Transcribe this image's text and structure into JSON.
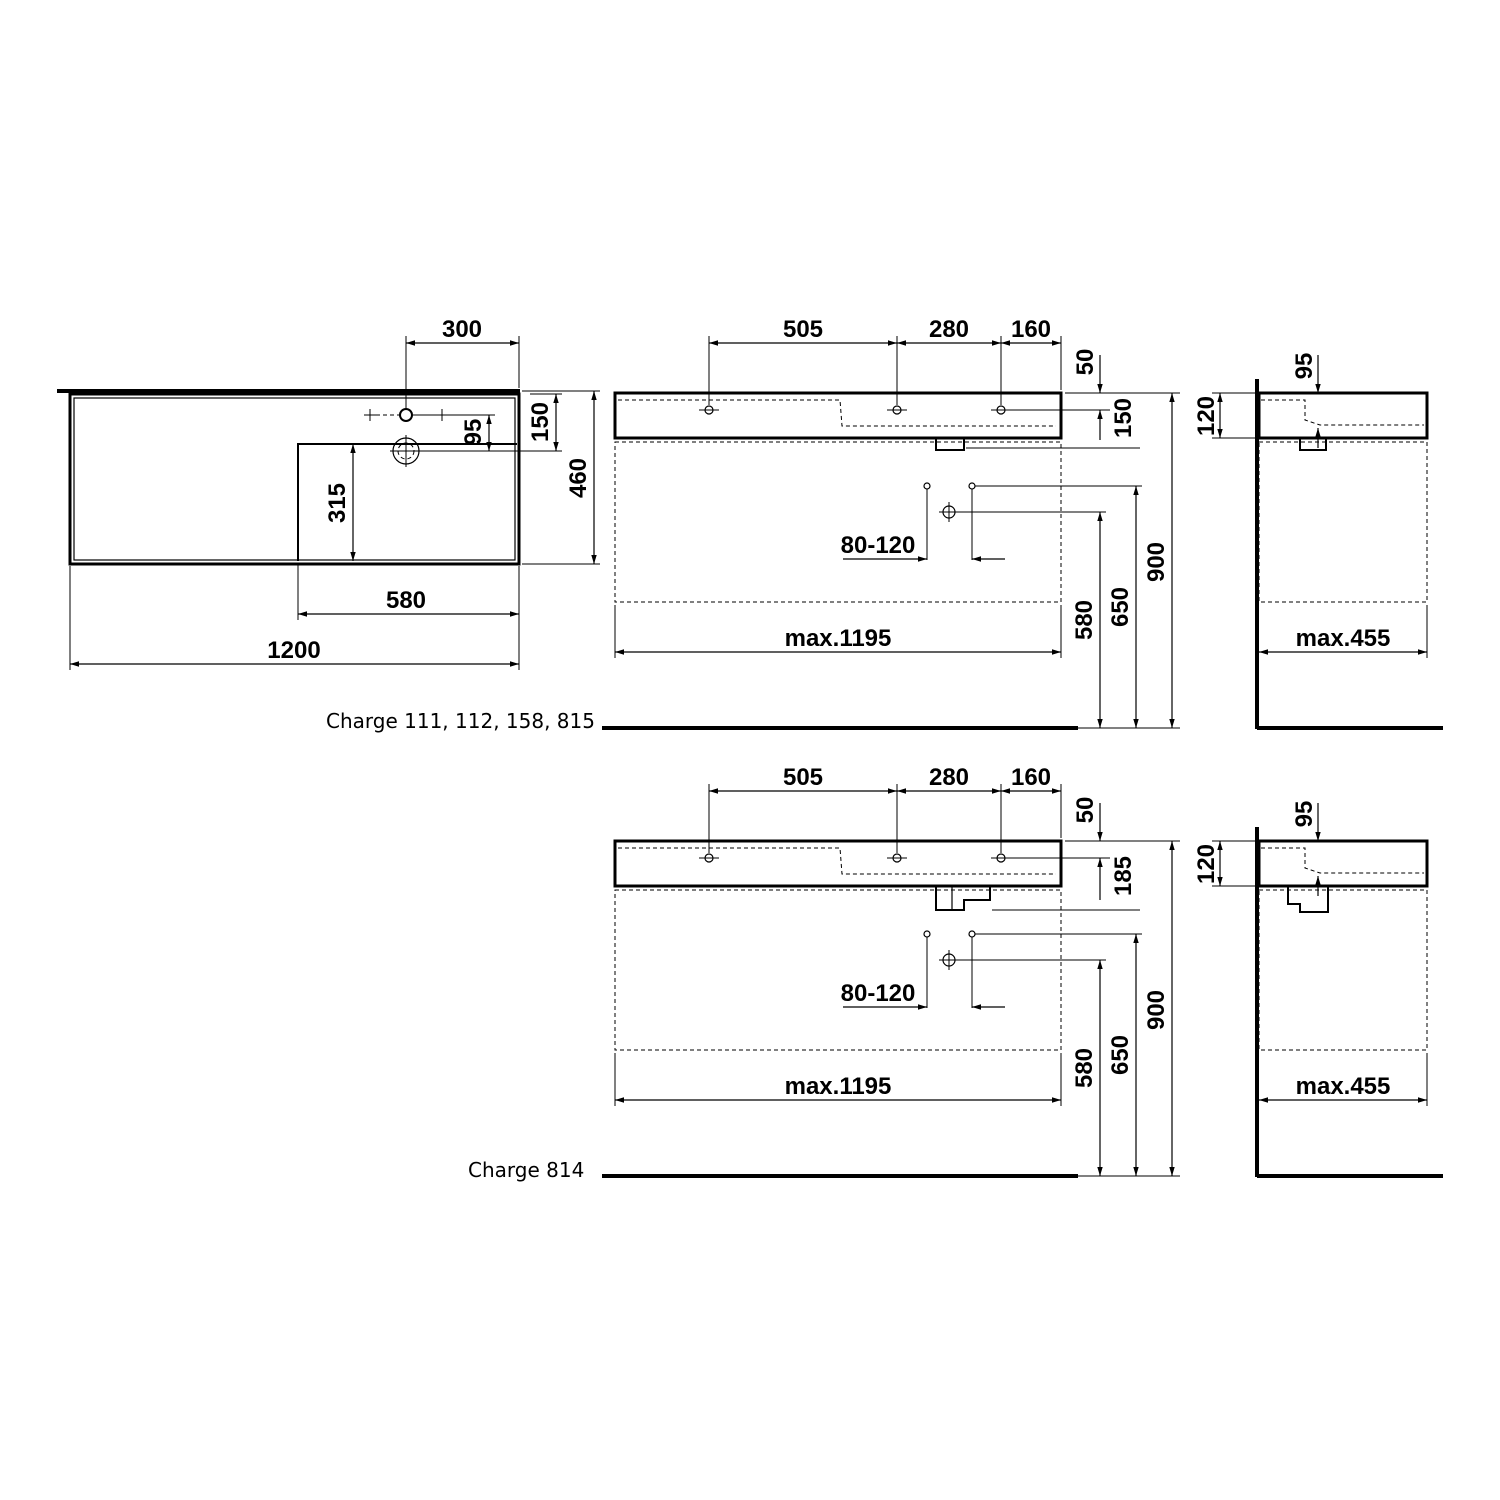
{
  "plan_view": {
    "dim_300": "300",
    "dim_150": "150",
    "dim_95": "95",
    "dim_460": "460",
    "dim_315": "315",
    "dim_580": "580",
    "dim_1200": "1200"
  },
  "front_view_1": {
    "dim_505": "505",
    "dim_280": "280",
    "dim_160": "160",
    "dim_50": "50",
    "dim_150": "150",
    "dim_80_120": "80-120",
    "dim_max1195": "max.1195",
    "dim_580": "580",
    "dim_650": "650",
    "dim_900": "900"
  },
  "side_view_1": {
    "dim_95": "95",
    "dim_120": "120",
    "dim_max455": "max.455"
  },
  "caption_1": "Charge 111, 112, 158, 815",
  "front_view_2": {
    "dim_505": "505",
    "dim_280": "280",
    "dim_160": "160",
    "dim_50": "50",
    "dim_185": "185",
    "dim_80_120": "80-120",
    "dim_max1195": "max.1195",
    "dim_580": "580",
    "dim_650": "650",
    "dim_900": "900"
  },
  "side_view_2": {
    "dim_95": "95",
    "dim_120": "120",
    "dim_max455": "max.455"
  },
  "caption_2": "Charge 814"
}
